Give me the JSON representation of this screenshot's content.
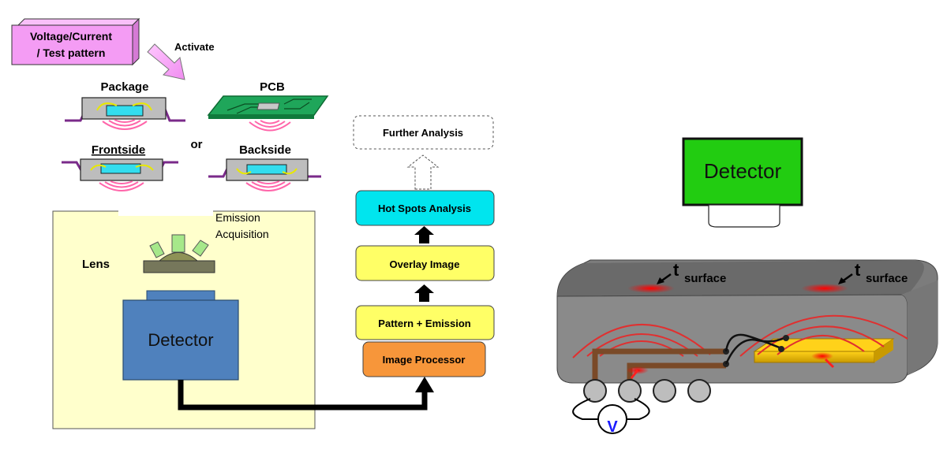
{
  "left_diagram": {
    "voltage_box_line1": "Voltage/Current",
    "voltage_box_line2": "/ Test pattern",
    "activate": "Activate",
    "package": "Package",
    "pcb": "PCB",
    "frontside": "Frontside",
    "or": "or",
    "backside": "Backside",
    "emission_line1": "Emission",
    "emission_line2": "Acquisition",
    "lens": "Lens",
    "detector": "Detector"
  },
  "flow": {
    "further_analysis": "Further Analysis",
    "hot_spots": "Hot Spots Analysis",
    "overlay": "Overlay Image",
    "pattern_emission": "Pattern + Emission",
    "image_processor": "Image Processor"
  },
  "right_diagram": {
    "detector": "Detector",
    "t_left": "t",
    "sub_left": "surface",
    "t_right": "t",
    "sub_right": "surface",
    "voltmeter": "V"
  },
  "colors": {
    "voltage_box": "#f49cf4",
    "detector_blue": "#4f81bd",
    "detector_green": "#22cc11",
    "hot_spots": "#00e5ee",
    "yellow_box": "#ffff66",
    "image_processor": "#f7963a",
    "lab_bg": "#ffffcc",
    "chip_gray": "#8a8a8a"
  }
}
